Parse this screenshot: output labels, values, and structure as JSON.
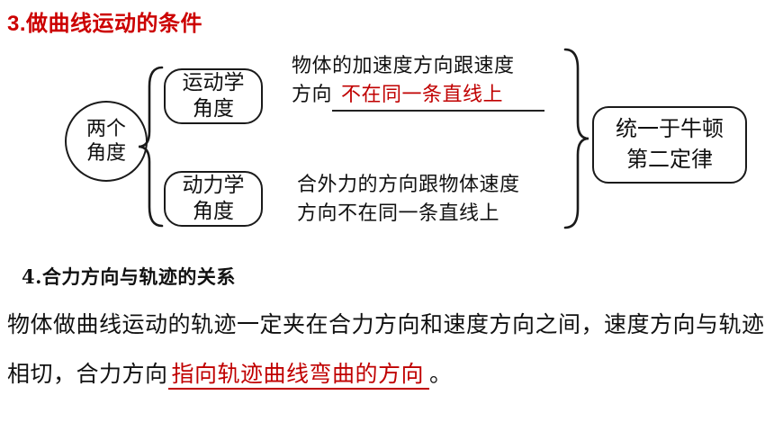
{
  "slide": {
    "title": "3.做曲线运动的条件"
  },
  "diagram": {
    "root": {
      "line1": "两个",
      "line2": "角度"
    },
    "kinematics_box": {
      "line1": "运动学",
      "line2": "角度"
    },
    "dynamics_box": {
      "line1": "动力学",
      "line2": "角度"
    },
    "kinematics_desc": {
      "line1": "物体的加速度方向跟速度",
      "line2_black": "方向",
      "line2_red": "不在同一条直线上"
    },
    "dynamics_desc": {
      "line1": "合外力的方向跟物体速度",
      "line2": "方向不在同一条直线上"
    },
    "conclusion_box": {
      "line1": "统一于牛顿",
      "line2": "第二定律"
    }
  },
  "section": {
    "heading": "4.合力方向与轨迹的关系",
    "body_black": "物体做曲线运动的轨迹一定夹在合力方向和速度方向之间，速度方向与轨迹相切，合力方向",
    "body_red": "指向轨迹曲线弯曲的方向",
    "body_period": "。"
  },
  "colors": {
    "accent_red": "#c00000",
    "text": "#111111",
    "background": "#ffffff"
  }
}
